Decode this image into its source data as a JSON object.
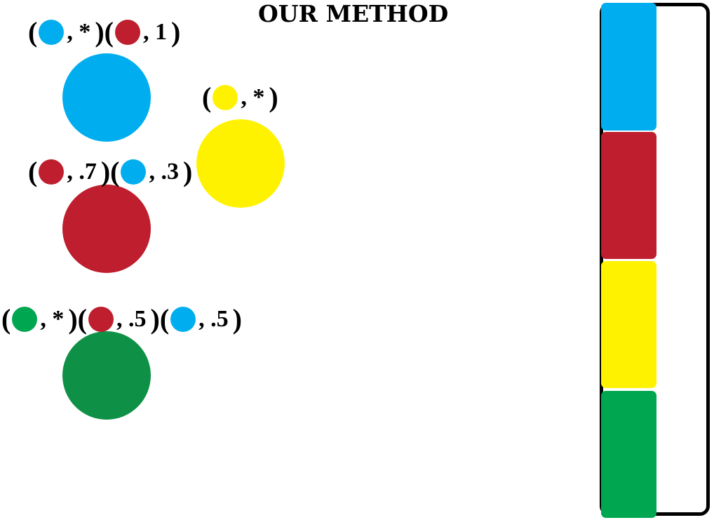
{
  "title": "OUR METHOD",
  "colors": {
    "blue": "#00aeef",
    "red": "#be1e2d",
    "yellow": "#fff200",
    "green_dot": "#00a650",
    "green_circle": "#0e9146"
  },
  "groups": [
    {
      "name": "blue",
      "circle": "blue",
      "tuples": [
        {
          "dot": "blue",
          "value": "*"
        },
        {
          "dot": "red",
          "value": "1"
        }
      ]
    },
    {
      "name": "yellow",
      "circle": "yellow",
      "tuples": [
        {
          "dot": "yellow",
          "value": "*"
        }
      ]
    },
    {
      "name": "red",
      "circle": "red",
      "tuples": [
        {
          "dot": "red",
          "value": ".7"
        },
        {
          "dot": "blue",
          "value": ".3"
        }
      ]
    },
    {
      "name": "green",
      "circle": "green_circle",
      "tuples": [
        {
          "dot": "green_dot",
          "value": "*"
        },
        {
          "dot": "red",
          "value": ".5"
        },
        {
          "dot": "blue",
          "value": ".5"
        }
      ]
    }
  ],
  "bar_segments": [
    "blue",
    "red",
    "yellow",
    "green_dot"
  ]
}
